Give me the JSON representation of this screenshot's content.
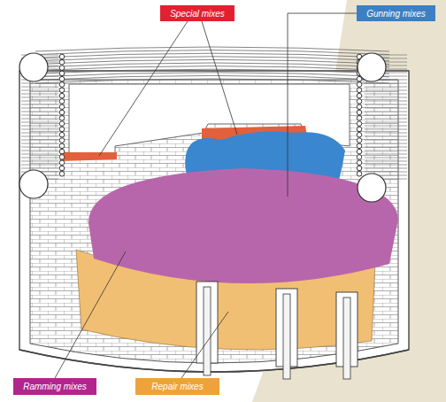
{
  "diagram": {
    "nodes": [
      {
        "text": [
          "Special mixes"
        ]
      },
      {
        "text": [
          "Gunning mixes"
        ]
      },
      {
        "text": [
          "Ramming mixes"
        ]
      },
      {
        "text": [
          "Repair mixes"
        ]
      }
    ]
  }
}
